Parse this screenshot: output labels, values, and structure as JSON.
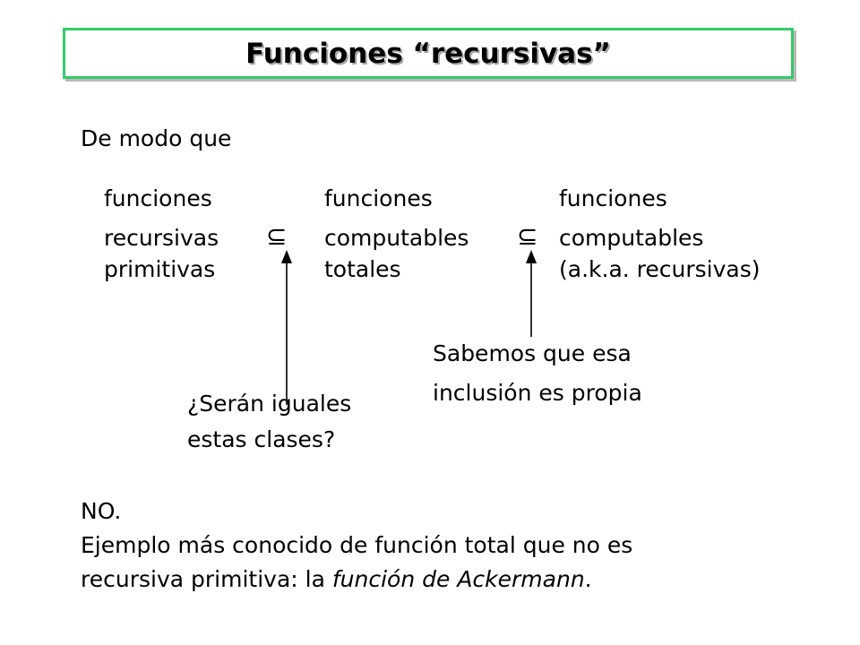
{
  "title": "Funciones “recursivas”",
  "intro": "De modo que",
  "columns": [
    {
      "lines": [
        "funciones",
        "recursivas",
        "primitivas"
      ]
    },
    {
      "lines": [
        "funciones",
        "computables",
        "totales"
      ]
    },
    {
      "lines": [
        "funciones",
        "computables",
        "(a.k.a. recursivas)"
      ]
    }
  ],
  "subset_symbol": "⊆",
  "annotations": {
    "left": {
      "lines": [
        "¿Serán iguales",
        "estas clases?"
      ]
    },
    "right": {
      "lines": [
        "Sabemos que esa",
        "inclusión es propia"
      ]
    }
  },
  "answer": "NO.",
  "example": {
    "line1": "Ejemplo más conocido de función total que no es",
    "line2_prefix": "recursiva primitiva: la ",
    "line2_italic": "función de Ackermann",
    "line2_suffix": "."
  }
}
